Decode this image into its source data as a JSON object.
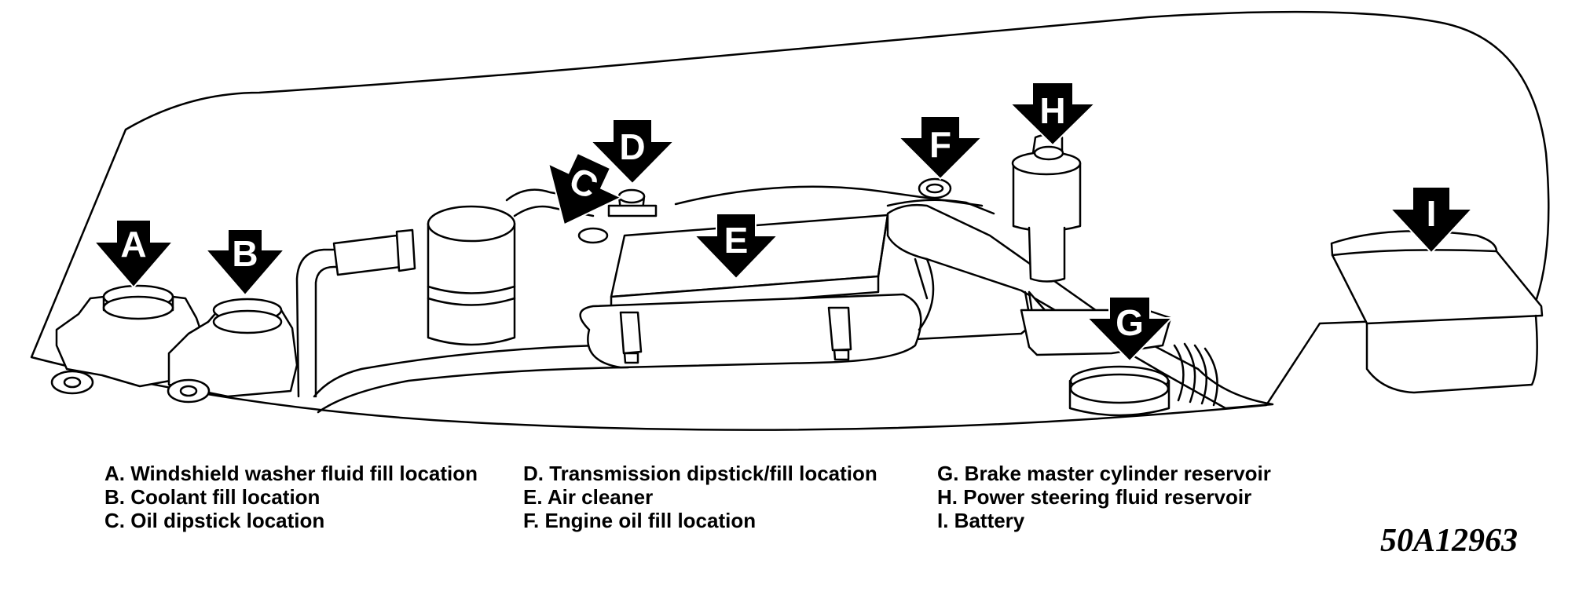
{
  "callouts": {
    "a": "A",
    "b": "B",
    "c": "C",
    "d": "D",
    "e": "E",
    "f": "F",
    "g": "G",
    "h": "H",
    "i": "I"
  },
  "legend": {
    "a": "A. Windshield washer fluid fill location",
    "b": "B. Coolant fill location",
    "c": "C. Oil dipstick location",
    "d": "D. Transmission dipstick/fill location",
    "e": "E. Air cleaner",
    "f": "F. Engine oil fill location",
    "g": "G. Brake master cylinder reservoir",
    "h": "H. Power steering fluid reservoir",
    "i": "I. Battery"
  },
  "figure_id": "50A12963",
  "colors": {
    "line": "#000000",
    "background": "#ffffff"
  }
}
